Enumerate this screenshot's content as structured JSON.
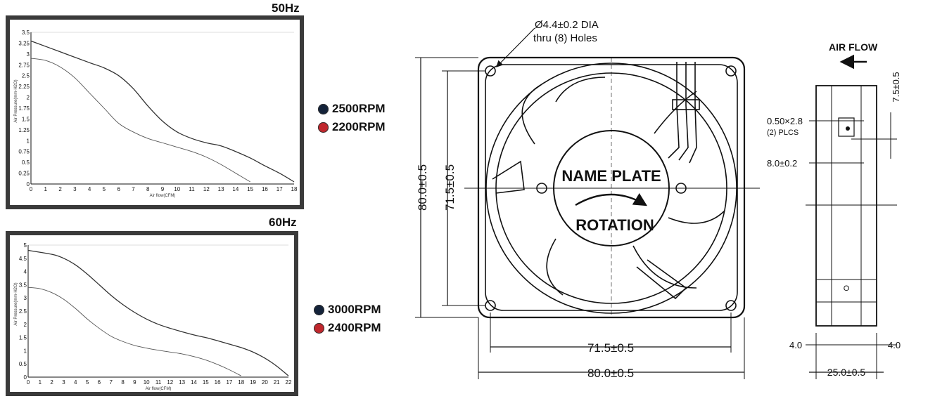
{
  "chart_data": [
    {
      "type": "line",
      "title": "50Hz",
      "xlabel": "Air flow(CFM)",
      "ylabel": "Air Pressure(mm-H2O)",
      "xlim": [
        0,
        18
      ],
      "ylim": [
        0,
        3.5
      ],
      "x_ticks": [
        "0",
        "1",
        "2",
        "3",
        "4",
        "5",
        "6",
        "7",
        "8",
        "9",
        "10",
        "11",
        "12",
        "13",
        "14",
        "15",
        "16",
        "17",
        "18"
      ],
      "y_ticks": [
        "0",
        "0.25",
        "0.5",
        "0.75",
        "1",
        "1.25",
        "1.5",
        "1.75",
        "2",
        "2.25",
        "2.5",
        "2.75",
        "3",
        "3.25",
        "3.5"
      ],
      "series": [
        {
          "name": "2500RPM",
          "color": "#14233a",
          "points": [
            [
              0,
              3.3
            ],
            [
              2,
              3.05
            ],
            [
              4,
              2.8
            ],
            [
              5,
              2.68
            ],
            [
              6,
              2.5
            ],
            [
              7,
              2.2
            ],
            [
              8,
              1.8
            ],
            [
              9,
              1.45
            ],
            [
              10,
              1.2
            ],
            [
              11,
              1.05
            ],
            [
              12,
              0.95
            ],
            [
              13,
              0.88
            ],
            [
              14,
              0.75
            ],
            [
              15,
              0.6
            ],
            [
              16,
              0.42
            ],
            [
              17,
              0.25
            ],
            [
              18,
              0.05
            ]
          ]
        },
        {
          "name": "2200RPM",
          "color": "#c0272d",
          "points": [
            [
              0,
              2.9
            ],
            [
              1,
              2.85
            ],
            [
              2,
              2.7
            ],
            [
              3,
              2.45
            ],
            [
              4,
              2.1
            ],
            [
              5,
              1.75
            ],
            [
              6,
              1.4
            ],
            [
              7,
              1.2
            ],
            [
              8,
              1.05
            ],
            [
              9,
              0.95
            ],
            [
              10,
              0.85
            ],
            [
              11,
              0.75
            ],
            [
              12,
              0.62
            ],
            [
              13,
              0.45
            ],
            [
              14,
              0.25
            ],
            [
              15,
              0.05
            ]
          ]
        }
      ]
    },
    {
      "type": "line",
      "title": "60Hz",
      "xlabel": "Air flow(CFM)",
      "ylabel": "Air Pressure(mm-H2O)",
      "xlim": [
        0,
        22
      ],
      "ylim": [
        0,
        5
      ],
      "x_ticks": [
        "0",
        "1",
        "2",
        "3",
        "4",
        "5",
        "6",
        "7",
        "8",
        "9",
        "10",
        "11",
        "12",
        "13",
        "14",
        "15",
        "16",
        "17",
        "18",
        "19",
        "20",
        "21",
        "22"
      ],
      "y_ticks": [
        "0",
        "0.5",
        "1",
        "1.5",
        "2",
        "2.5",
        "3",
        "3.5",
        "4",
        "4.5",
        "5"
      ],
      "series": [
        {
          "name": "3000RPM",
          "color": "#14233a",
          "points": [
            [
              0,
              4.8
            ],
            [
              2,
              4.65
            ],
            [
              3,
              4.5
            ],
            [
              4,
              4.25
            ],
            [
              5,
              3.9
            ],
            [
              6,
              3.5
            ],
            [
              7,
              3.1
            ],
            [
              8,
              2.75
            ],
            [
              9,
              2.45
            ],
            [
              10,
              2.2
            ],
            [
              11,
              2.0
            ],
            [
              12,
              1.85
            ],
            [
              13,
              1.72
            ],
            [
              14,
              1.6
            ],
            [
              15,
              1.5
            ],
            [
              16,
              1.38
            ],
            [
              17,
              1.25
            ],
            [
              18,
              1.12
            ],
            [
              19,
              0.95
            ],
            [
              20,
              0.72
            ],
            [
              21,
              0.42
            ],
            [
              22,
              0.05
            ]
          ]
        },
        {
          "name": "2400RPM",
          "color": "#c0272d",
          "points": [
            [
              0,
              3.4
            ],
            [
              1,
              3.35
            ],
            [
              2,
              3.2
            ],
            [
              3,
              2.95
            ],
            [
              4,
              2.6
            ],
            [
              5,
              2.2
            ],
            [
              6,
              1.85
            ],
            [
              7,
              1.55
            ],
            [
              8,
              1.35
            ],
            [
              9,
              1.2
            ],
            [
              10,
              1.1
            ],
            [
              11,
              1.02
            ],
            [
              12,
              0.95
            ],
            [
              13,
              0.88
            ],
            [
              14,
              0.78
            ],
            [
              15,
              0.65
            ],
            [
              16,
              0.48
            ],
            [
              17,
              0.28
            ],
            [
              18,
              0.05
            ]
          ]
        }
      ]
    }
  ],
  "drawing": {
    "hole_note_1": "Ø4.4±0.2 DIA",
    "hole_note_2": "thru (8) Holes",
    "name_plate": "NAME PLATE",
    "rotation": "ROTATION",
    "dim_outer_vertical": "80.0±0.5",
    "dim_inner_vertical": "71.5±0.5",
    "dim_inner_horizontal": "71.5±0.5",
    "dim_outer_horizontal": "80.0±0.5",
    "air_flow": "AIR FLOW",
    "terminal_size": "0.50×2.8",
    "terminal_count": "(2) PLCS",
    "dim_7_5": "7.5±0.5",
    "dim_8_0": "8.0±0.2",
    "dim_left_4": "4.0",
    "dim_right_4": "4.0",
    "dim_thickness": "25.0±0.5",
    "side_mark": "O"
  },
  "colors": {
    "series_dark": "#14233a",
    "series_red": "#c0272d"
  }
}
